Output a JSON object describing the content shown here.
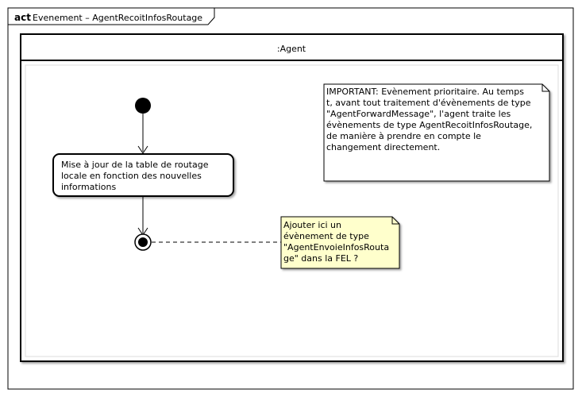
{
  "frame": {
    "keyword": "act",
    "title": "Evenement – AgentRecoitInfosRoutage"
  },
  "partition": {
    "name": ":Agent"
  },
  "action": {
    "lines": [
      "Mise à jour de la table de routage",
      "locale en fonction des nouvelles",
      "informations"
    ]
  },
  "note_important": {
    "lines": [
      "IMPORTANT: Evènement prioritaire. Au temps",
      "t, avant tout traitement d'évènements de type",
      "\"AgentForwardMessage\", l'agent traite les",
      "évènements de type AgentRecoitInfosRoutage,",
      "de manière à prendre en compte le",
      "changement directement."
    ]
  },
  "note_todo": {
    "lines": [
      "Ajouter ici un",
      "évènement de type",
      "\"AgentEnvoieInfosRouta",
      "ge\" dans la FEL ?"
    ]
  },
  "colors": {
    "note_important_fill": "#ffffff",
    "note_todo_fill": "#ffffcc",
    "partition_fill": "#ffffff",
    "line": "#000000"
  }
}
